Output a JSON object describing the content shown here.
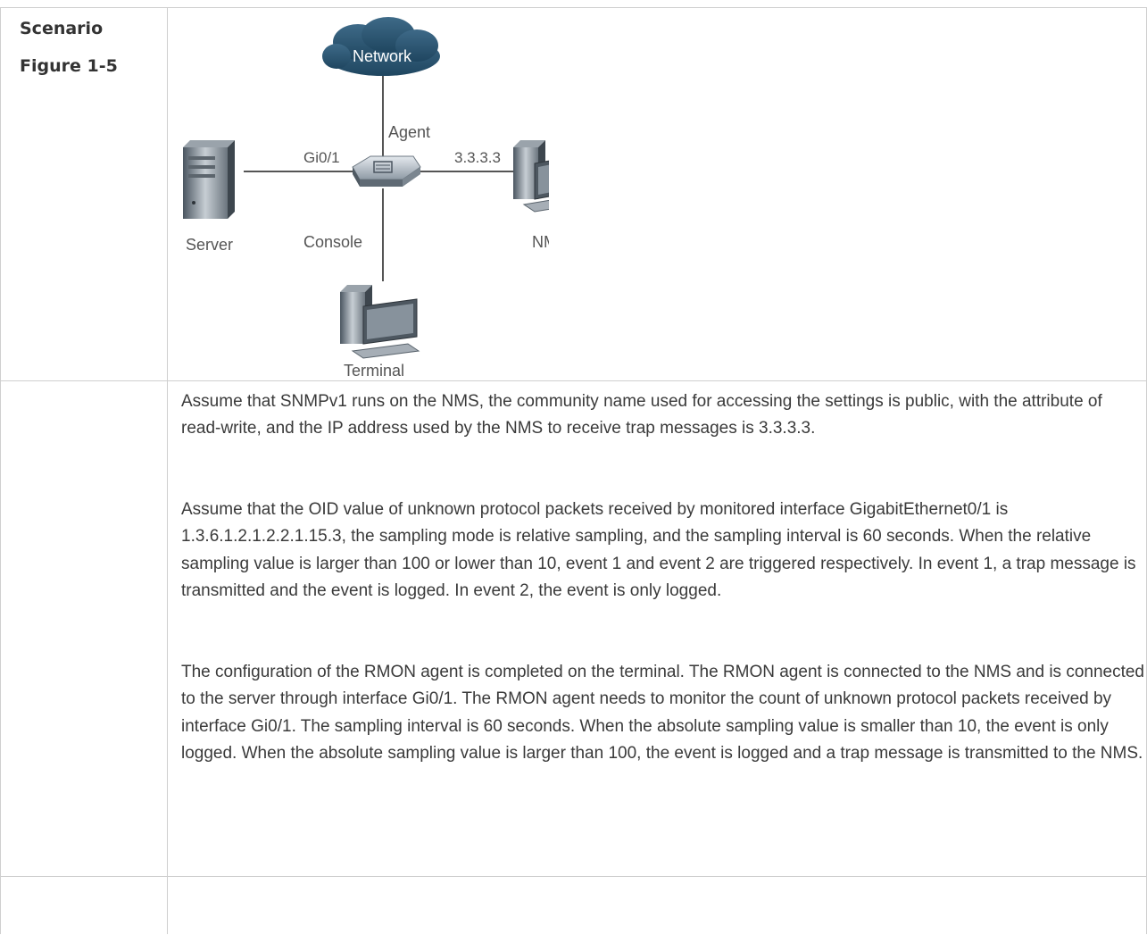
{
  "table": {
    "row1": {
      "labels": [
        "Scenario",
        "Figure 1-5"
      ]
    },
    "figure": {
      "network_label": "Network",
      "agent_label": "Agent",
      "gi_label": "Gi0/1",
      "ip_label": "3.3.3.3",
      "server_label": "Server",
      "console_label": "Console",
      "nms_label": "NMS",
      "terminal_label": "Terminal"
    },
    "row2": {
      "paragraphs": [
        "Assume that SNMPv1 runs on the NMS, the community name used for accessing the settings is public, with the attribute of read-write, and the IP address used by the NMS to receive trap messages is 3.3.3.3.",
        "Assume that the OID value of unknown protocol packets received by monitored interface GigabitEthernet0/1 is 1.3.6.1.2.1.2.2.1.15.3, the sampling mode is relative sampling, and the sampling interval is 60 seconds. When the relative sampling value is larger than 100 or lower than 10, event 1 and event 2 are triggered respectively. In event 1, a trap message is transmitted and the event is logged. In event 2, the event is only logged.",
        "The configuration of the RMON agent is completed on the terminal. The RMON agent is connected to the NMS and is connected to the server through interface Gi0/1. The RMON agent needs to monitor the count of unknown protocol packets received by interface Gi0/1. The sampling interval is 60 seconds. When the absolute sampling value is smaller than 10, the event is only logged. When the absolute sampling value is larger than 100, the event is logged and a trap message is transmitted to the NMS."
      ]
    }
  }
}
